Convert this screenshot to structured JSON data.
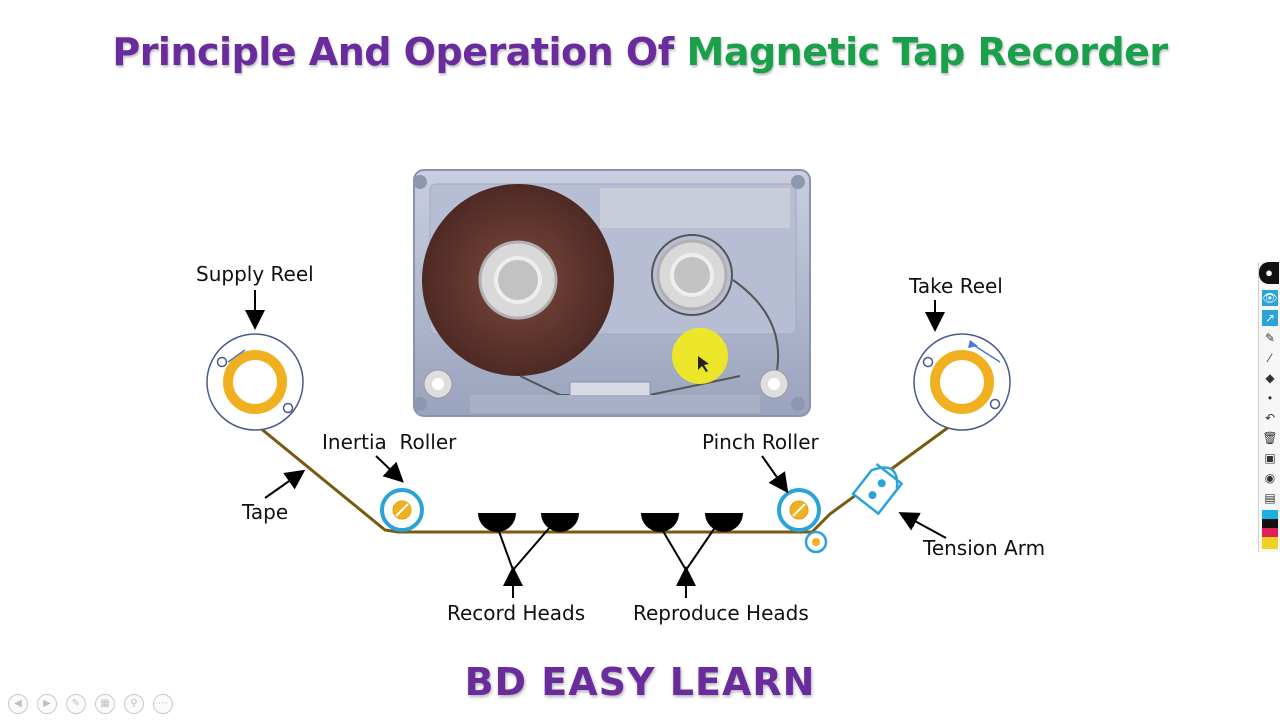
{
  "title": {
    "part1": "Principle And Operation Of",
    "part2": "Magnetic Tap Recorder"
  },
  "labels": {
    "supply_reel": "Supply Reel",
    "take_reel": "Take Reel",
    "inertia_roller": "Inertia  Roller",
    "pinch_roller": "Pinch Roller",
    "tape": "Tape",
    "tension_arm": "Tension Arm",
    "record_heads": "Record Heads",
    "reproduce_heads": "Reproduce Heads"
  },
  "brand": "BD EASY LEARN",
  "colors": {
    "title_purple": "#6a2b9c",
    "title_green": "#1aa04a",
    "tape": "#7a5a10",
    "reel_ring": "#f0b020",
    "roller_ring": "#2aa3d8",
    "reel_outline": "#4a5a8a"
  },
  "toolbar": {
    "icons": [
      "pen-tool-icon",
      "eye-icon",
      "pointer-icon",
      "eraser-icon",
      "line-icon",
      "highlighter-icon",
      "dot-icon",
      "undo-icon",
      "trash-icon",
      "screen-icon",
      "camera-icon",
      "clipboard-icon"
    ]
  },
  "player_controls": [
    "prev-icon",
    "next-icon",
    "pen-icon",
    "slides-icon",
    "zoom-icon",
    "more-icon"
  ]
}
